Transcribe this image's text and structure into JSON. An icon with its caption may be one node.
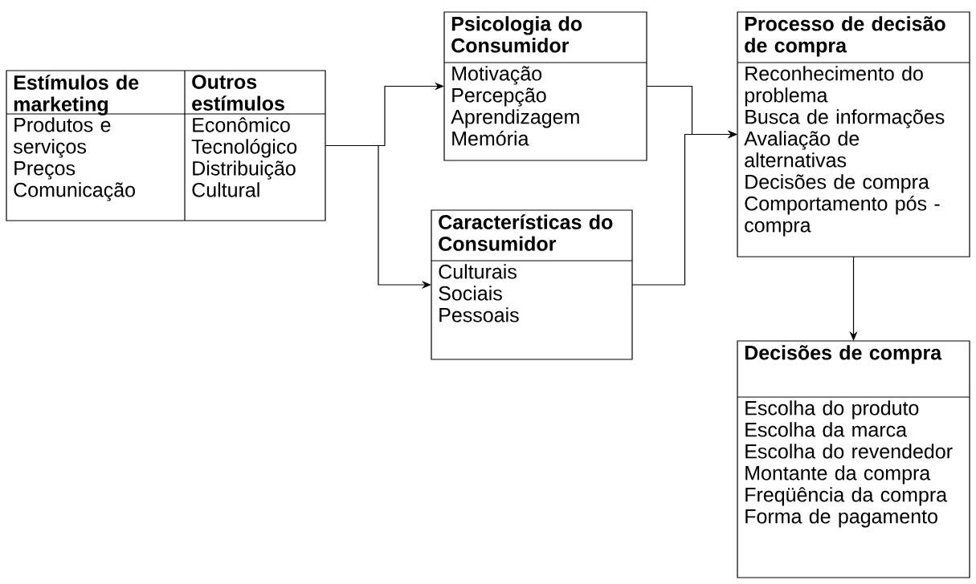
{
  "diagram": {
    "nodes": [
      {
        "text": [],
        "shape": "box"
      },
      {
        "text": [
          "Estímulos de marketing",
          "Produtos e serviços",
          "Preços",
          "Comunicação"
        ],
        "in": 0
      },
      {
        "text": [
          "Outros estímulos",
          "Econômico",
          "Tecnológico",
          "Distribuição",
          "Cultural"
        ],
        "in": 0
      },
      {
        "text": [
          "Psicologia do Consumidor",
          "Motivação",
          "Percepção",
          "Aprendizagem",
          "Memória"
        ]
      },
      {
        "text": [
          "Características do Consumidor",
          "Culturais",
          "Sociais",
          "Pessoais"
        ]
      },
      {
        "text": [
          "Processo de decisão de compra",
          "Reconhecimento do problema",
          "Busca de informações",
          "Avaliação de alternativas",
          "Decisões de compra",
          "Comportamento pós - compra"
        ]
      },
      {
        "text": [
          "Decisões de compra",
          "Escolha do produto",
          "Escolha da marca",
          "Escolha do revendedor",
          "Montante da compra",
          "Freqüência da compra",
          "Forma de pagamento"
        ]
      }
    ],
    "edges": [
      {
        "from": 0,
        "to": 3,
        "arrow": "to"
      },
      {
        "from": 0,
        "to": 4,
        "arrow": "to"
      },
      {
        "from": 3,
        "to": 5,
        "arrow": "to"
      },
      {
        "from": 4,
        "to": 5,
        "arrow": "to"
      },
      {
        "from": 5,
        "to": 6,
        "arrow": "to"
      }
    ]
  }
}
